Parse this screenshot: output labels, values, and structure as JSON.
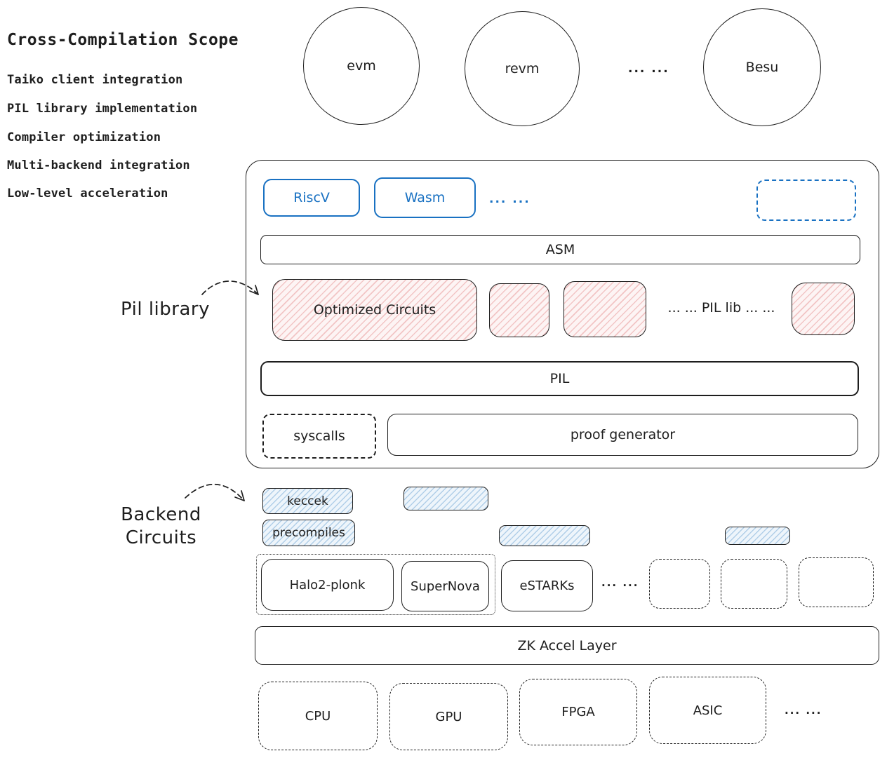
{
  "palette": {
    "ink": "#1e1e1e",
    "blue": "#1971c2",
    "pink_fill": "#fdf4f4",
    "blue_fill": "#eef5fb"
  },
  "sidebar": {
    "title": "Cross-Compilation Scope",
    "items": [
      "Taiko client integration",
      "PIL library implementation",
      "Compiler optimization",
      "Multi-backend integration",
      "Low-level acceleration"
    ]
  },
  "top_circles": {
    "items": [
      "evm",
      "revm",
      "Besu"
    ],
    "ellipsis": "... ..."
  },
  "compiler_box": {
    "targets": {
      "riscv": "RiscV",
      "wasm": "Wasm",
      "ellipsis": "... ..."
    },
    "asm": "ASM",
    "pil_lib_row": {
      "optimized": "Optimized Circuits",
      "ellipsis_label": "... ... PIL lib ... ..."
    },
    "pil": "PIL",
    "syscalls": "syscalls",
    "proof_generator": "proof generator"
  },
  "annotations": {
    "pil_library": "Pil library",
    "backend_line1": "Backend",
    "backend_line2": "Circuits"
  },
  "backend_circuits": {
    "keccek": "keccek",
    "precompiles": "precompiles"
  },
  "provers": {
    "halo2": "Halo2-plonk",
    "supernova": "SuperNova",
    "estarks": "eSTARKs",
    "ellipsis": "... ..."
  },
  "accel": {
    "layer": "ZK Accel Layer",
    "hardware": [
      "CPU",
      "GPU",
      "FPGA",
      "ASIC"
    ],
    "ellipsis": "... ..."
  }
}
